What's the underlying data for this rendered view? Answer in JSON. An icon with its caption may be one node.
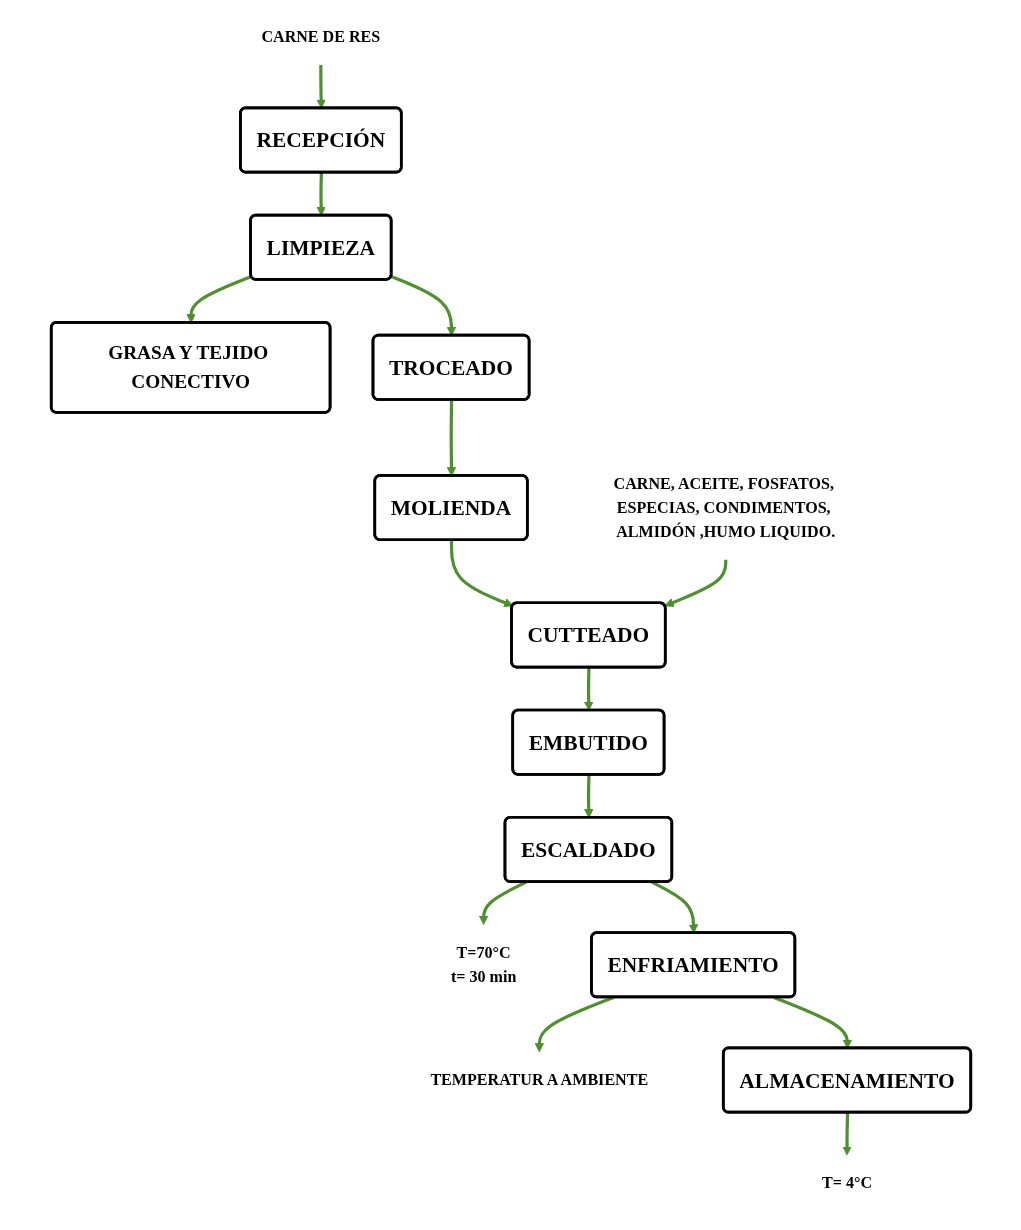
{
  "diagram": {
    "nodes": [
      {
        "text": [
          "CARNE DE RES"
        ]
      },
      {
        "text": [
          "RECEPCIÓN"
        ]
      },
      {
        "text": [
          "LIMPIEZA"
        ]
      },
      {
        "text": [
          "GRASA Y TEJIDO CONECTIVO"
        ]
      },
      {
        "text": [
          "TROCEADO"
        ]
      },
      {
        "text": [
          "MOLIENDA"
        ]
      },
      {
        "text": [
          "CARNE, ACEITE, FOSFATOS, ESPECIAS, CONDIMENTOS, ALMIDÓN ,HUMO LIQUIDO."
        ]
      },
      {
        "text": [
          "CUTTEADO"
        ]
      },
      {
        "text": [
          "EMBUTIDO"
        ]
      },
      {
        "text": [
          "ESCALDADO"
        ]
      },
      {
        "text": [
          "T=70°C",
          "t= 30 min"
        ]
      },
      {
        "text": [
          "ENFRIAMIENTO"
        ]
      },
      {
        "text": [
          "TEMPERATUR A AMBIENTE"
        ]
      },
      {
        "text": [
          "ALMACENAMIENTO"
        ]
      },
      {
        "text": [
          "T= 4°C"
        ]
      }
    ],
    "edges": [
      {
        "from": 0,
        "to": 1,
        "arrow": "to"
      },
      {
        "from": 1,
        "to": 2,
        "arrow": "to"
      },
      {
        "from": 2,
        "to": 3,
        "arrow": "to"
      },
      {
        "from": 2,
        "to": 4,
        "arrow": "to"
      },
      {
        "from": 4,
        "to": 5,
        "arrow": "to"
      },
      {
        "from": 5,
        "to": 7,
        "arrow": "to"
      },
      {
        "from": 6,
        "to": 7,
        "arrow": "to"
      },
      {
        "from": 7,
        "to": 8,
        "arrow": "to"
      },
      {
        "from": 8,
        "to": 9,
        "arrow": "to"
      },
      {
        "from": 9,
        "to": 10,
        "arrow": "to"
      },
      {
        "from": 9,
        "to": 11,
        "arrow": "to"
      },
      {
        "from": 11,
        "to": 12,
        "arrow": "to"
      },
      {
        "from": 11,
        "to": 13,
        "arrow": "to"
      },
      {
        "from": 13,
        "to": 14,
        "arrow": "to"
      }
    ]
  }
}
